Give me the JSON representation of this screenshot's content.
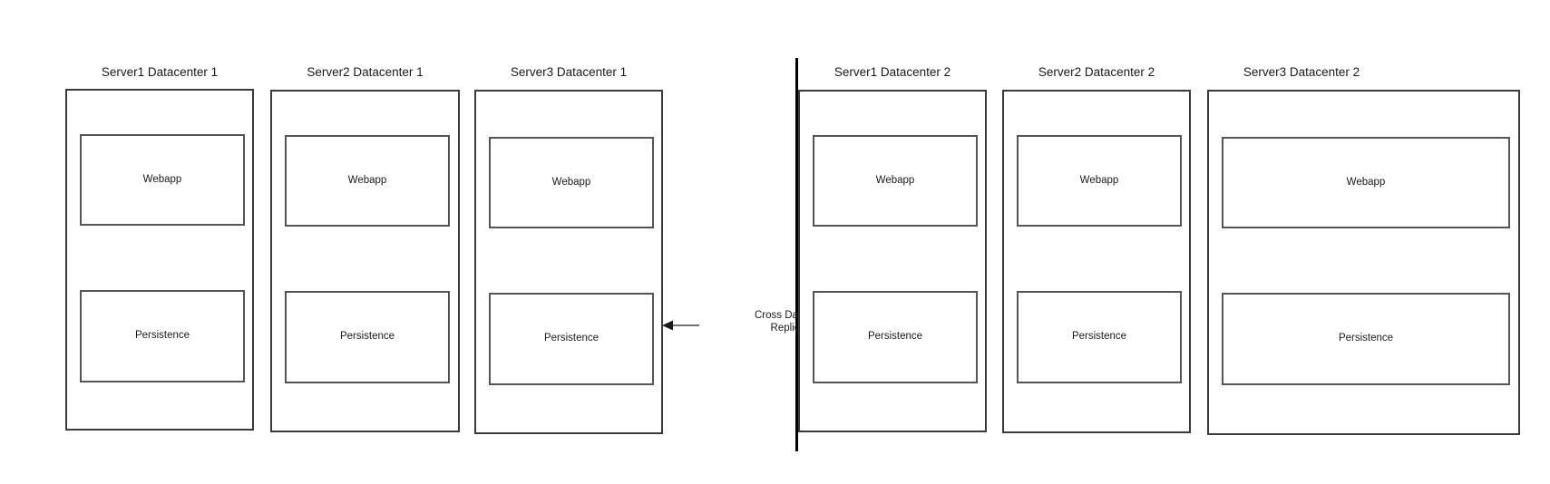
{
  "diagram": {
    "type": "architecture-diagram",
    "background_color": "#ffffff",
    "outline_color": "#3b3b3b",
    "inner_outline_color": "#555555",
    "divider_color": "#000000",
    "text_color": "#1a1a1a"
  },
  "datacenters": [
    {
      "name": "Datacenter 1",
      "servers": [
        {
          "title": "Server1 Datacenter 1",
          "components": [
            {
              "label": "Webapp"
            },
            {
              "label": "Persistence"
            }
          ]
        },
        {
          "title": "Server2 Datacenter 1",
          "components": [
            {
              "label": "Webapp"
            },
            {
              "label": "Persistence"
            }
          ]
        },
        {
          "title": "Server3 Datacenter 1",
          "components": [
            {
              "label": "Webapp"
            },
            {
              "label": "Persistence"
            }
          ]
        }
      ]
    },
    {
      "name": "Datacenter 2",
      "servers": [
        {
          "title": "Server1 Datacenter 2",
          "components": [
            {
              "label": "Webapp"
            },
            {
              "label": "Persistence"
            }
          ]
        },
        {
          "title": "Server2 Datacenter 2",
          "components": [
            {
              "label": "Webapp"
            },
            {
              "label": "Persistence"
            }
          ]
        },
        {
          "title": "Server3 Datacenter 2",
          "components": [
            {
              "label": "Webapp"
            },
            {
              "label": "Persistence"
            }
          ]
        }
      ]
    }
  ],
  "replication": {
    "label": "Cross DataCenter\nReplication",
    "direction": "bidirectional",
    "left_arrow_icon": "arrow-left-icon",
    "right_arrow_icon": "arrow-right-icon"
  }
}
